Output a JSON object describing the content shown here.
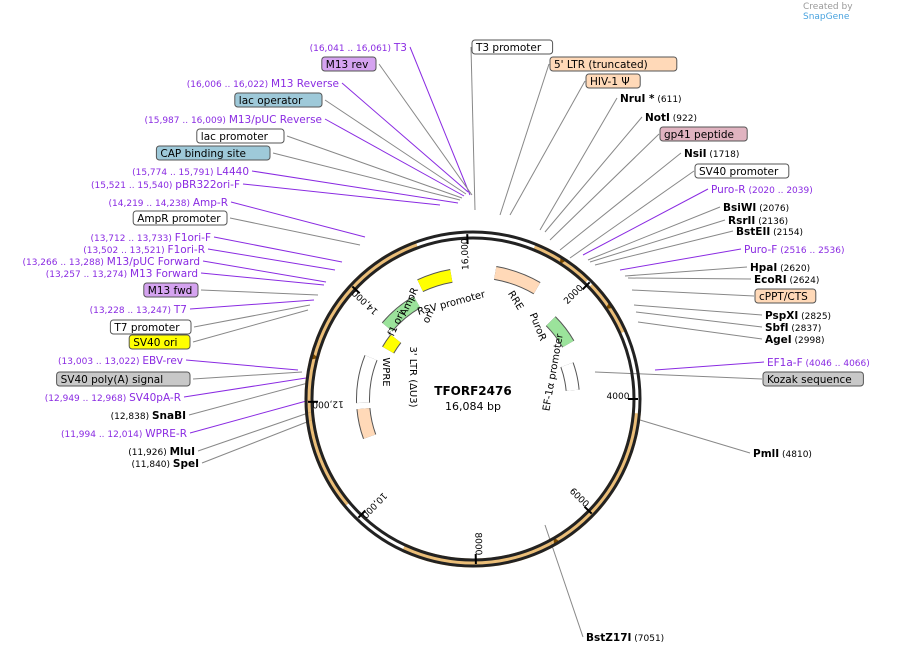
{
  "credit": {
    "prefix": "Created by",
    "brand": "SnapGene"
  },
  "plasmid": {
    "name": "TFORF2476",
    "size": "16,084 bp"
  },
  "colors": {
    "primer": "#8a2be2",
    "enzyme": "#000000",
    "backbone": "#222222",
    "feature_orange": "#e8b360",
    "feature_green": "#9be39b",
    "feature_yellow": "#ffff00",
    "promoter_white": "#ffffff",
    "ltr_peach": "#ffd9b8",
    "gp41_pink": "#e0b3c0",
    "cap_blue": "#9ec9d9",
    "polyA_gray": "#c8c8c8",
    "m13_purple": "#d5a3f0"
  },
  "ticks": [
    "2000",
    "4000",
    "6000",
    "8000",
    "10,000",
    "12,000",
    "14,000",
    "16,000"
  ],
  "inner_labels": [
    "ori",
    "AmpR",
    "f1 ori",
    "RSV promoter",
    "RRE",
    "PuroR",
    "EF-1α promoter",
    "3' LTR (ΔU3)",
    "WPRE"
  ],
  "labels": [
    {
      "text": "T3",
      "coord": "(16,041 .. 16,061)",
      "kind": "primer"
    },
    {
      "text": "T3 promoter",
      "kind": "box",
      "style": "white"
    },
    {
      "text": "M13 rev",
      "kind": "box",
      "style": "purple"
    },
    {
      "text": "5' LTR (truncated)",
      "kind": "box",
      "style": "peach"
    },
    {
      "text": "M13 Reverse",
      "coord": "(16,006 .. 16,022)",
      "kind": "primer"
    },
    {
      "text": "HIV-1 Ψ",
      "kind": "box",
      "style": "peach"
    },
    {
      "text": "lac operator",
      "kind": "box",
      "style": "blue"
    },
    {
      "text": "NruI *",
      "coord": "(611)",
      "kind": "enzyme"
    },
    {
      "text": "NotI",
      "coord": "(922)",
      "kind": "enzyme"
    },
    {
      "text": "M13/pUC Reverse",
      "coord": "(15,987 .. 16,009)",
      "kind": "primer"
    },
    {
      "text": "gp41 peptide",
      "kind": "box",
      "style": "pink"
    },
    {
      "text": "lac promoter",
      "kind": "box",
      "style": "white"
    },
    {
      "text": "NsiI",
      "coord": "(1718)",
      "kind": "enzyme"
    },
    {
      "text": "CAP binding site",
      "kind": "box",
      "style": "blue"
    },
    {
      "text": "SV40 promoter",
      "kind": "box",
      "style": "white"
    },
    {
      "text": "L4440",
      "coord": "(15,774 .. 15,791)",
      "kind": "primer"
    },
    {
      "text": "pBR322ori-F",
      "coord": "(15,521 .. 15,540)",
      "kind": "primer"
    },
    {
      "text": "Puro-R",
      "coord": "(2020 .. 2039)",
      "kind": "primer"
    },
    {
      "text": "Amp-R",
      "coord": "(14,219 .. 14,238)",
      "kind": "primer"
    },
    {
      "text": "BsiWI",
      "coord": "(2076)",
      "kind": "enzyme"
    },
    {
      "text": "AmpR promoter",
      "kind": "box",
      "style": "white"
    },
    {
      "text": "RsrII",
      "coord": "(2136)",
      "kind": "enzyme"
    },
    {
      "text": "BstEII",
      "coord": "(2154)",
      "kind": "enzyme"
    },
    {
      "text": "F1ori-F",
      "coord": "(13,712 .. 13,733)",
      "kind": "primer"
    },
    {
      "text": "F1ori-R",
      "coord": "(13,502 .. 13,521)",
      "kind": "primer"
    },
    {
      "text": "Puro-F",
      "coord": "(2516 .. 2536)",
      "kind": "primer"
    },
    {
      "text": "M13/pUC Forward",
      "coord": "(13,266 .. 13,288)",
      "kind": "primer"
    },
    {
      "text": "HpaI",
      "coord": "(2620)",
      "kind": "enzyme"
    },
    {
      "text": "M13 Forward",
      "coord": "(13,257 .. 13,274)",
      "kind": "primer"
    },
    {
      "text": "EcoRI",
      "coord": "(2624)",
      "kind": "enzyme"
    },
    {
      "text": "M13 fwd",
      "kind": "box",
      "style": "purple"
    },
    {
      "text": "cPPT/CTS",
      "kind": "box",
      "style": "peach"
    },
    {
      "text": "T7",
      "coord": "(13,228 .. 13,247)",
      "kind": "primer"
    },
    {
      "text": "PspXI",
      "coord": "(2825)",
      "kind": "enzyme"
    },
    {
      "text": "SbfI",
      "coord": "(2837)",
      "kind": "enzyme"
    },
    {
      "text": "T7 promoter",
      "kind": "box",
      "style": "white"
    },
    {
      "text": "AgeI",
      "coord": "(2998)",
      "kind": "enzyme"
    },
    {
      "text": "SV40 ori",
      "kind": "box",
      "style": "yellow"
    },
    {
      "text": "EF1a-F",
      "coord": "(4046 .. 4066)",
      "kind": "primer"
    },
    {
      "text": "EBV-rev",
      "coord": "(13,003 .. 13,022)",
      "kind": "primer"
    },
    {
      "text": "Kozak sequence",
      "kind": "box",
      "style": "gray"
    },
    {
      "text": "SV40 poly(A) signal",
      "kind": "box",
      "style": "gray"
    },
    {
      "text": "SV40pA-R",
      "coord": "(12,949 .. 12,968)",
      "kind": "primer"
    },
    {
      "text": "SnaBI",
      "coord": "(12,838)",
      "kind": "enzyme"
    },
    {
      "text": "WPRE-R",
      "coord": "(11,994 .. 12,014)",
      "kind": "primer"
    },
    {
      "text": "MluI",
      "coord": "(11,926)",
      "kind": "enzyme"
    },
    {
      "text": "PmlI",
      "coord": "(4810)",
      "kind": "enzyme"
    },
    {
      "text": "SpeI",
      "coord": "(11,840)",
      "kind": "enzyme"
    },
    {
      "text": "BstZ17I",
      "coord": "(7051)",
      "kind": "enzyme"
    }
  ]
}
